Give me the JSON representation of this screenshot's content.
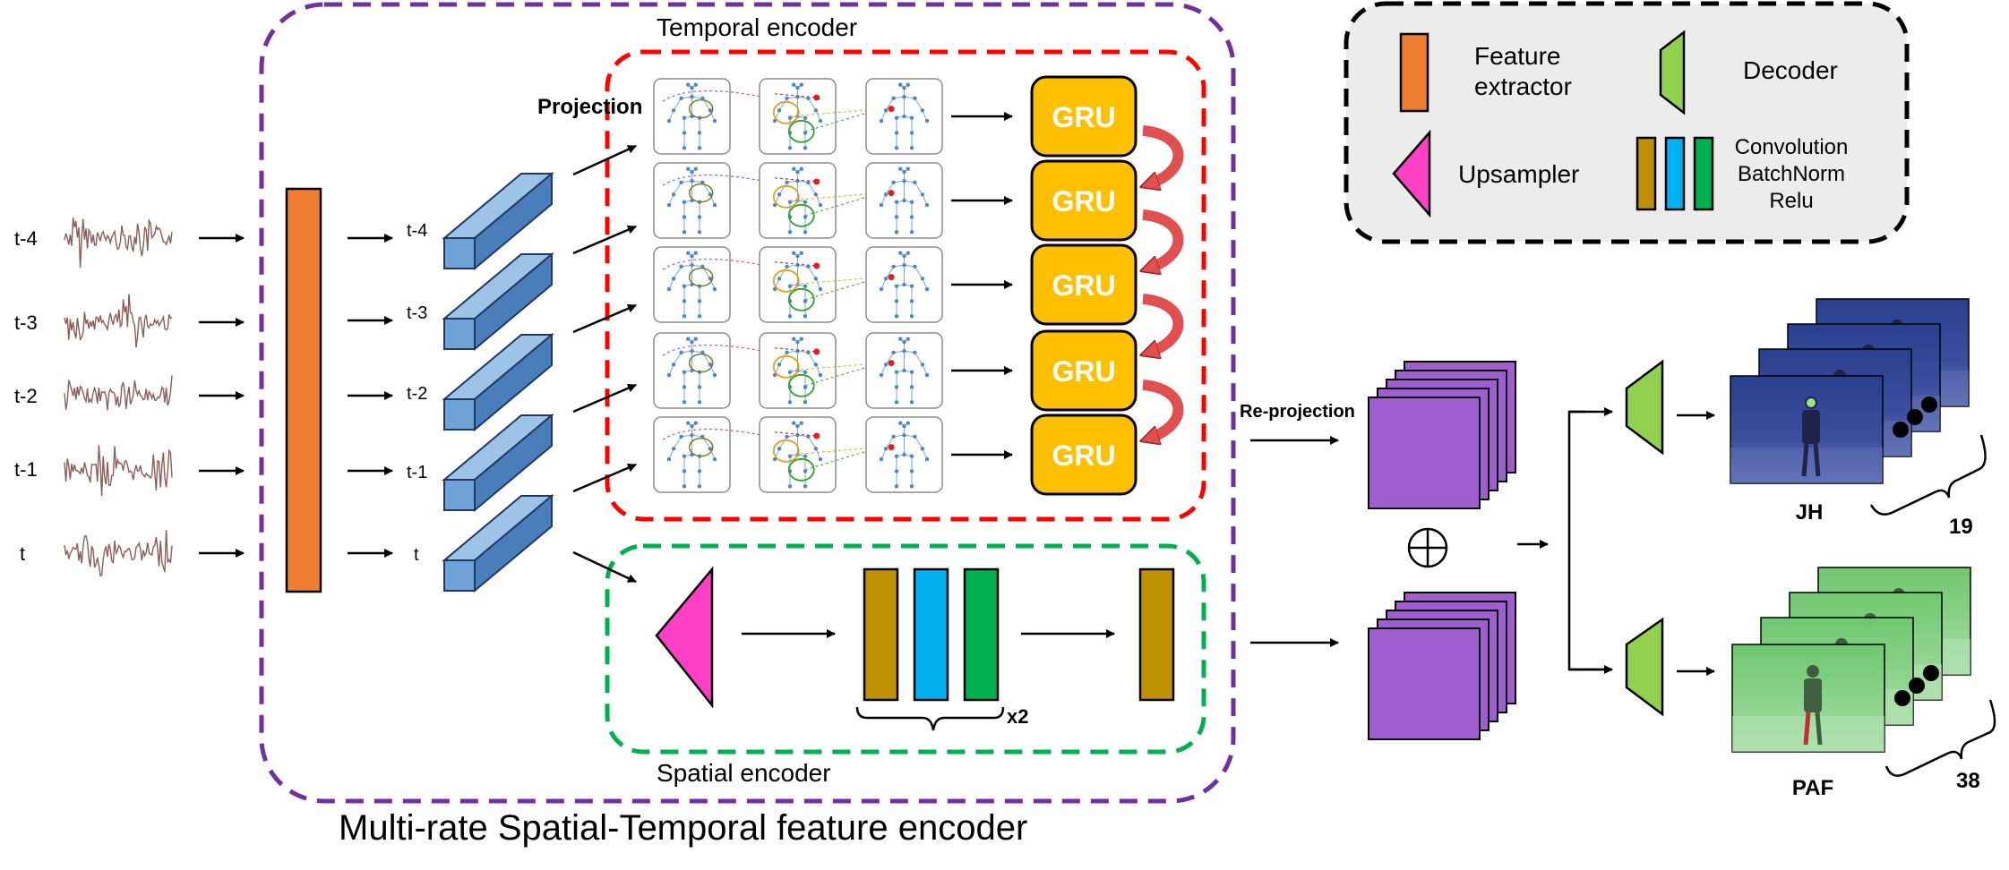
{
  "title": "Multi-rate Spatial-Temporal feature encoder",
  "temporal_encoder_label": "Temporal encoder",
  "spatial_encoder_label": "Spatial encoder",
  "projection_label": "Projection",
  "reprojection_label": "Re-projection",
  "repeat_label": "x2",
  "time_steps": [
    "t-4",
    "t-3",
    "t-2",
    "t-1",
    "t"
  ],
  "gru_label": "GRU",
  "legend": {
    "feature_extractor": "Feature extractor",
    "feature_extractor_line1": "Feature",
    "feature_extractor_line2": "extractor",
    "decoder": "Decoder",
    "upsampler": "Upsampler",
    "conv_line1": "Convolution",
    "conv_line2": "BatchNorm",
    "conv_line3": "Relu"
  },
  "outputs": {
    "jh_label": "JH",
    "jh_count": "19",
    "paf_label": "PAF",
    "paf_count": "38"
  },
  "colors": {
    "purple_border": "#7030a0",
    "red_border": "#ff0000",
    "green_border": "#00b050",
    "orange": "#ed7d31",
    "blue_block": "#5b9bd5",
    "gru": "#ffc000",
    "magenta": "#ff3fc4",
    "olive": "#bf9000",
    "cyan": "#00b0f0",
    "green": "#00b050",
    "lime": "#92d050",
    "violet": "#9e5ecf",
    "signal": "#8b5e57",
    "legend_bg": "#ececec"
  }
}
